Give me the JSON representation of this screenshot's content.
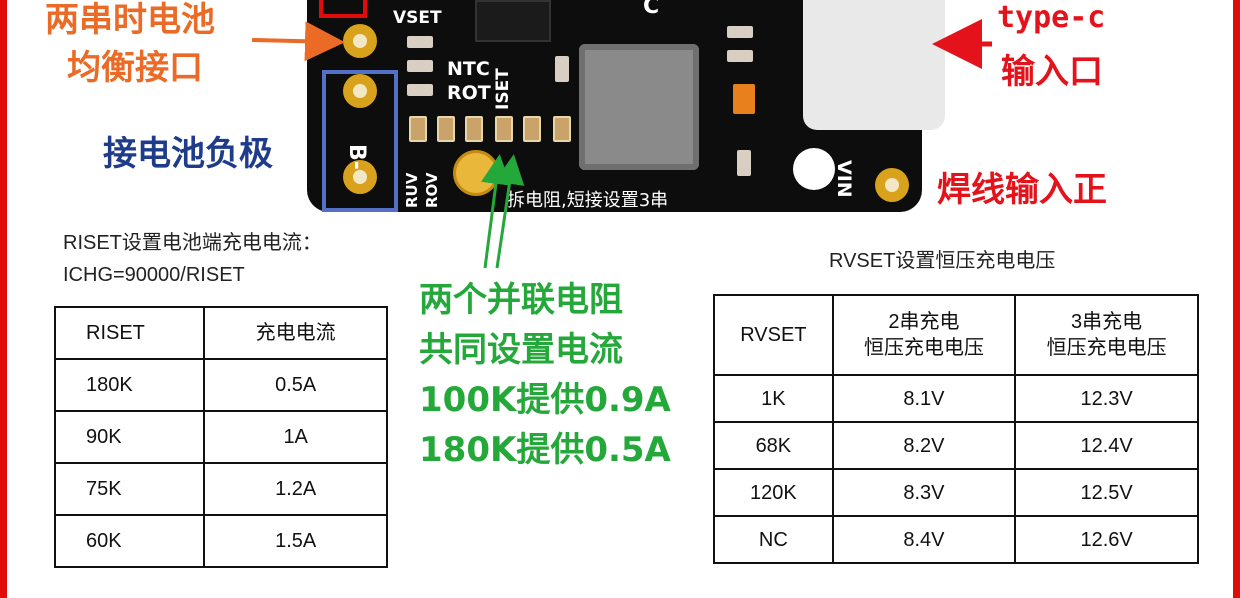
{
  "labels": {
    "balance_port_line1": "两串时电池",
    "balance_port_line2": "均衡接口",
    "battery_negative": "接电池负极",
    "type_c_line1": "type-c",
    "type_c_line2": "输入口",
    "solder_positive": "焊线输入正",
    "parallel_line1": "两个并联电阻",
    "parallel_line2": "共同设置电流",
    "parallel_line3": "100K提供0.9A",
    "parallel_line4": "180K提供0.5A"
  },
  "silkscreen": {
    "vset": "VSET",
    "ntc": "NTC",
    "rot": "ROT",
    "iset": "ISET",
    "b_minus": "B-",
    "ruv": "RUV",
    "rov": "ROV",
    "vin": "VIN",
    "note": "拆电阻,短接设置3串",
    "c": "C"
  },
  "riset": {
    "formula_line1": "RISET设置电池端充电电流：",
    "formula_line2": "ICHG=90000/RISET",
    "headers": [
      "RISET",
      "充电电流"
    ],
    "rows": [
      [
        "180K",
        "0.5A"
      ],
      [
        "90K",
        "1A"
      ],
      [
        "75K",
        "1.2A"
      ],
      [
        "60K",
        "1.5A"
      ]
    ]
  },
  "rvset": {
    "title": "RVSET设置恒压充电电压",
    "headers": [
      "RVSET",
      "2串充电\n恒压充电电压",
      "3串充电\n恒压充电电压"
    ],
    "rows": [
      [
        "1K",
        "8.1V",
        "12.3V"
      ],
      [
        "68K",
        "8.2V",
        "12.4V"
      ],
      [
        "120K",
        "8.3V",
        "12.5V"
      ],
      [
        "NC",
        "8.4V",
        "12.6V"
      ]
    ]
  },
  "colors": {
    "frame": "#e00b0b",
    "orange": "#ea6a26",
    "red": "#e4131b",
    "blue": "#1f3c8a",
    "green": "#24a83a",
    "pcb": "#0d0d0d",
    "pad_gold": "#d9a21c"
  }
}
